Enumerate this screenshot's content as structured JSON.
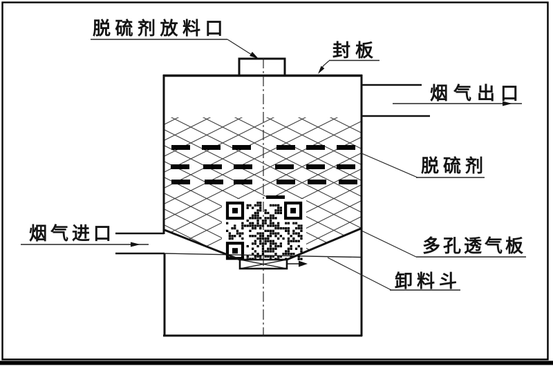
{
  "labels": {
    "absorbent_feed_port": "脱硫剂放料口",
    "seal_plate": "封板",
    "flue_gas_outlet": "烟气出口",
    "absorbent": "脱硫剂",
    "flue_gas_inlet": "烟气进口",
    "porous_plate": "多孔透气板",
    "discharge_hopper": "卸料斗"
  },
  "colors": {
    "line": "#161616",
    "hatch": "#3c3c3c",
    "background": "#ffffff"
  }
}
